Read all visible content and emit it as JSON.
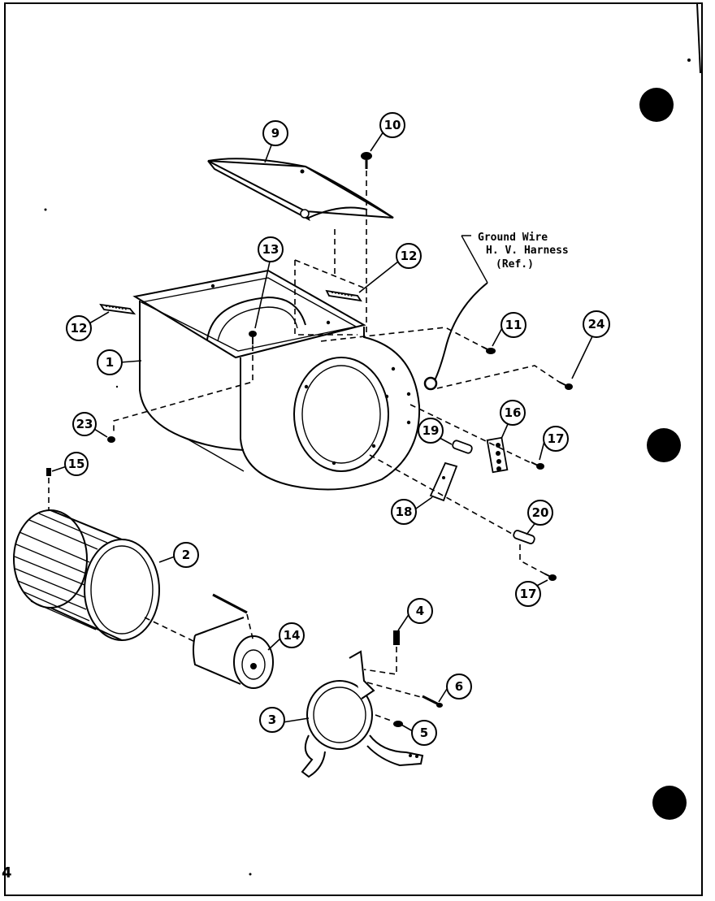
{
  "ground_note": {
    "line1": "Ground Wire",
    "line2": "H. V. Harness",
    "line3": "(Ref.)"
  },
  "page_number": "4",
  "callouts": {
    "c1": "1",
    "c2": "2",
    "c3": "3",
    "c4": "4",
    "c5": "5",
    "c6": "6",
    "c9": "9",
    "c10": "10",
    "c11": "11",
    "c12a": "12",
    "c12b": "12",
    "c13": "13",
    "c14": "14",
    "c15": "15",
    "c16": "16",
    "c17a": "17",
    "c17b": "17",
    "c18": "18",
    "c19": "19",
    "c20": "20",
    "c23": "23",
    "c24": "24"
  }
}
